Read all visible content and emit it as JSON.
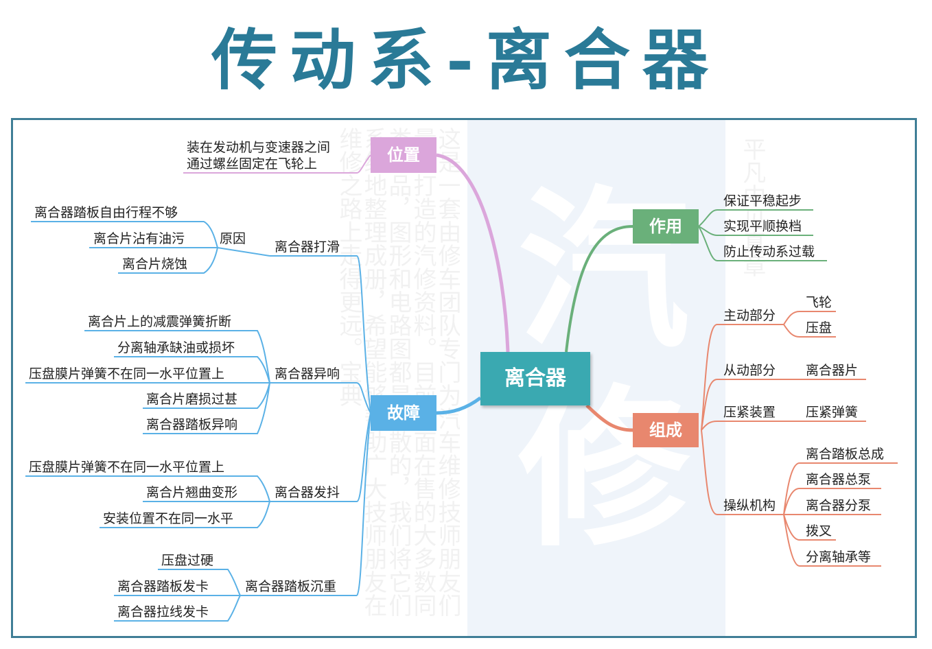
{
  "title": "传动系-离合器",
  "watermark": {
    "big": "汽修",
    "left": "这是一套由修车团队专门为汽车维修技师朋友们量身打造的汽修资料。目前市面在售的大多数同类产品，图形和电路图都是零散的，我们将它们系统地整理成册，希望能够帮助广大技师朋友在维修之路上走得更远。宝典",
    "right": "平凡中见真章"
  },
  "root": "离合器",
  "position": {
    "label": "位置",
    "items": [
      "装在发动机与变速器之间",
      "通过螺丝固定在飞轮上"
    ]
  },
  "function": {
    "label": "作用",
    "items": [
      "保证平稳起步",
      "实现平顺换档",
      "防止传动系过载"
    ]
  },
  "composition": {
    "label": "组成",
    "groups": [
      {
        "name": "主动部分",
        "items": [
          "飞轮",
          "压盘"
        ]
      },
      {
        "name": "从动部分",
        "items": [
          "离合器片"
        ]
      },
      {
        "name": "压紧装置",
        "items": [
          "压紧弹簧"
        ]
      },
      {
        "name": "操纵机构",
        "items": [
          "离合踏板总成",
          "离合器总泵",
          "离合器分泵",
          "拨叉",
          "分离轴承等"
        ]
      }
    ]
  },
  "fault": {
    "label": "故障",
    "groups": [
      {
        "name": "离合器打滑",
        "sub": "原因",
        "items": [
          "离合器踏板自由行程不够",
          "离合片沾有油污",
          "离合片烧蚀"
        ]
      },
      {
        "name": "离合器异响",
        "items": [
          "离合片上的减震弹簧折断",
          "分离轴承缺油或损坏",
          "压盘膜片弹簧不在同一水平位置上",
          "离合片磨损过甚",
          "离合器踏板异响"
        ]
      },
      {
        "name": "离合器发抖",
        "items": [
          "压盘膜片弹簧不在同一水平位置上",
          "离合片翘曲变形",
          "安装位置不在同一水平"
        ]
      },
      {
        "name": "离合器踏板沉重",
        "items": [
          "压盘过硬",
          "离合器踏板发卡",
          "离合器拉线发卡"
        ]
      }
    ]
  },
  "colors": {
    "title": "#2a7a97",
    "frame": "#3f7e96",
    "root": "#3aa9b1",
    "position": "#dba6db",
    "function": "#6ab07a",
    "fault": "#5ab1e6",
    "composition": "#e8876e"
  }
}
